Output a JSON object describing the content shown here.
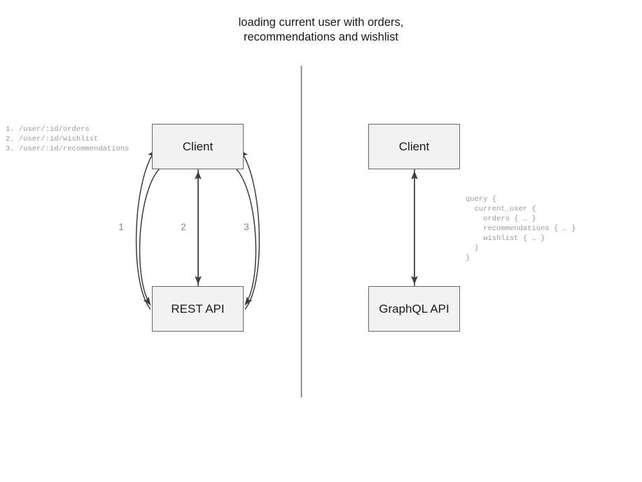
{
  "title": "loading current user with orders,\nrecommendations and wishlist",
  "divider": {
    "name": "vertical-divider",
    "color": "#777777"
  },
  "colors": {
    "box_fill": "#f2f2f2",
    "box_border": "#686868",
    "text": "#1a1a1a",
    "code_text": "#9a9a9a",
    "label_text": "#8a8a8a",
    "arrow": "#3d3d3d"
  },
  "left_panel": {
    "name": "rest-comparison-panel",
    "client_box_label": "Client",
    "api_box_label": "REST API",
    "endpoints_text": "1. /user/:id/orders\n2. /user/:id/wishlist\n3. /user/:id/recommendations",
    "endpoints": [
      {
        "number": "1.",
        "path": "/user/:id/orders"
      },
      {
        "number": "2.",
        "path": "/user/:id/wishlist"
      },
      {
        "number": "3.",
        "path": "/user/:id/recommendations"
      }
    ],
    "edge_labels": [
      "1",
      "2",
      "3"
    ]
  },
  "right_panel": {
    "name": "graphql-comparison-panel",
    "client_box_label": "Client",
    "api_box_label": "GraphQL API",
    "query_text": "query {\n  current_user {\n    orders { … }\n    recommendations { … }\n    wishlist { … }\n  }\n}",
    "query_lines": [
      "query {",
      "  current_user {",
      "    orders { … }",
      "    recommendations { … }",
      "    wishlist { … }",
      "  }",
      "}"
    ]
  }
}
